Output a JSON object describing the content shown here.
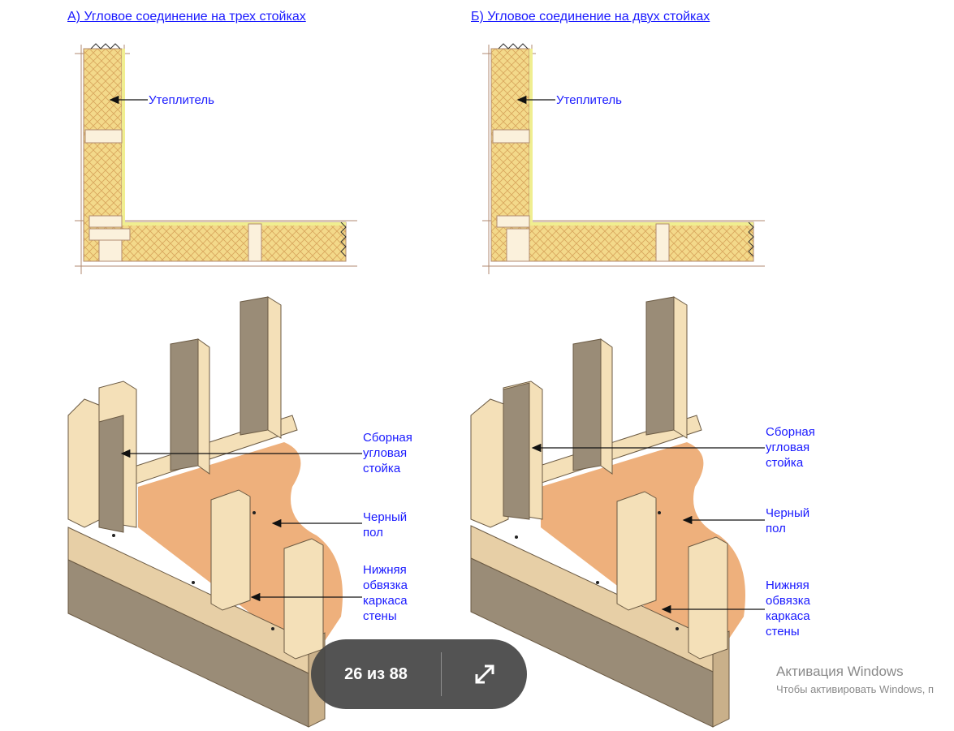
{
  "titles": {
    "a": "А) Угловое соединение на трех стойках",
    "b": "Б) Угловое соединение на двух стойках"
  },
  "labels": {
    "insulation": "Утеплитель",
    "corner_post": "Сборная\nугловая\nстойка",
    "subfloor": "Черный\nпол",
    "bottom_plate": "Нижняя\nобвязка\nкаркаса\nстены"
  },
  "pager": {
    "count": "26 из 88",
    "expand_icon": "expand-arrows-icon"
  },
  "os_watermark": {
    "title": "Активация Windows",
    "subtitle": "Чтобы активировать Windows, п"
  },
  "colors": {
    "title_blue": "#1a1aff",
    "wood_light": "#f4e0b8",
    "wood_dark": "#9a8c77",
    "floor": "#eeb07c",
    "insulation": "#f3d98a"
  }
}
